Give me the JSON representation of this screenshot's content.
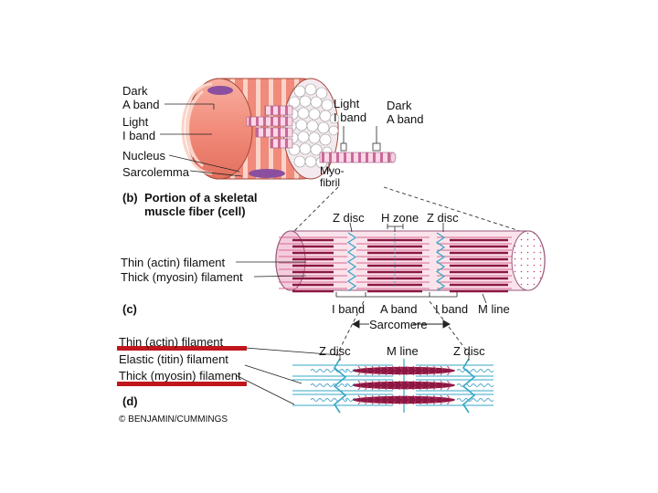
{
  "panel_b": {
    "dark_a_band_line1": "Dark",
    "dark_a_band_line2": "A band",
    "light_i_band_line1": "Light",
    "light_i_band_line2": "I band",
    "nucleus": "Nucleus",
    "sarcolemma": "Sarcolemma",
    "myofibril_line1": "Myo-",
    "myofibril_line2": "fibril",
    "right_light_line1": "Light",
    "right_light_line2": "I band",
    "right_dark_line1": "Dark",
    "right_dark_line2": "A band",
    "caption_letter": "(b)",
    "caption_line1": "Portion of a skeletal",
    "caption_line2": "muscle fiber (cell)"
  },
  "panel_c": {
    "z_disc_left": "Z disc",
    "h_zone": "H zone",
    "z_disc_right": "Z disc",
    "thin_filament": "Thin (actin) filament",
    "thick_filament": "Thick (myosin) filament",
    "caption_letter": "(c)",
    "i_band_left": "I band",
    "a_band": "A band",
    "i_band_right": "I band",
    "m_line": "M line",
    "sarcomere": "Sarcomere"
  },
  "panel_d": {
    "thin_filament": "Thin (actin) filament",
    "elastic_filament": "Elastic (titin) filament",
    "thick_filament": "Thick (myosin) filament",
    "z_disc_left": "Z disc",
    "m_line": "M line",
    "z_disc_right": "Z disc",
    "caption_letter": "(d)"
  },
  "copyright": "© BENJAMIN/CUMMINGS",
  "colors": {
    "fiber_salmon": "#f08a7a",
    "fiber_light": "#fbd3c8",
    "nucleus_purple": "#8a4f9e",
    "myosin_maroon": "#8b1742",
    "actin_pink": "#d8688f",
    "z_disc_cyan": "#34a7c4",
    "highlight_red": "#c0161d"
  }
}
